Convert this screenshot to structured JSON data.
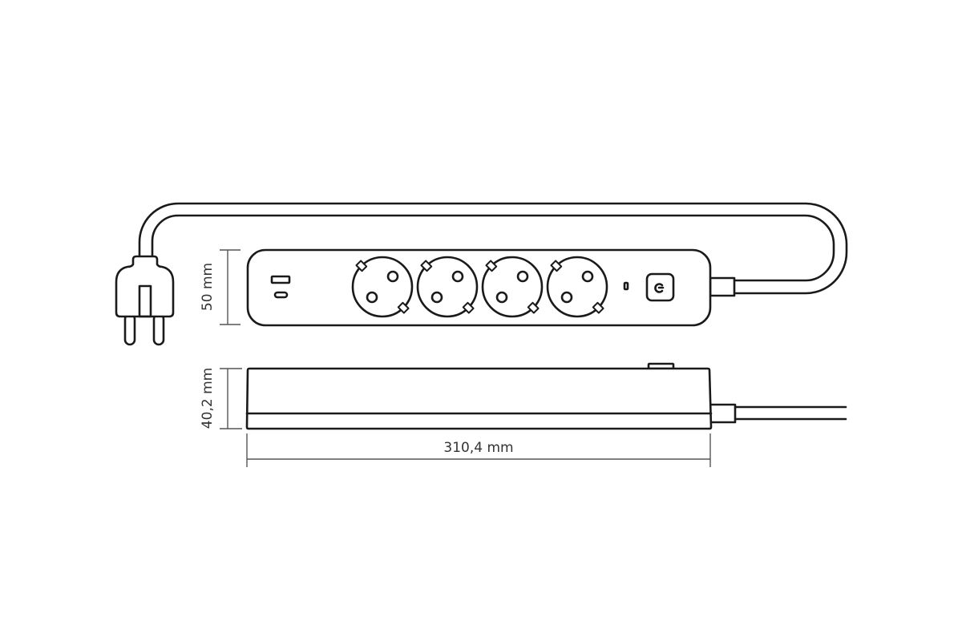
{
  "dimensions": {
    "width_label": "50 mm",
    "height_label": "40,2 mm",
    "length_label": "310,4 mm"
  },
  "sockets": [
    {
      "id": 1
    },
    {
      "id": 2
    },
    {
      "id": 3
    },
    {
      "id": 4
    }
  ],
  "colors": {
    "line": "#1a1a1a",
    "dimension": "#555555",
    "background": "#ffffff"
  }
}
